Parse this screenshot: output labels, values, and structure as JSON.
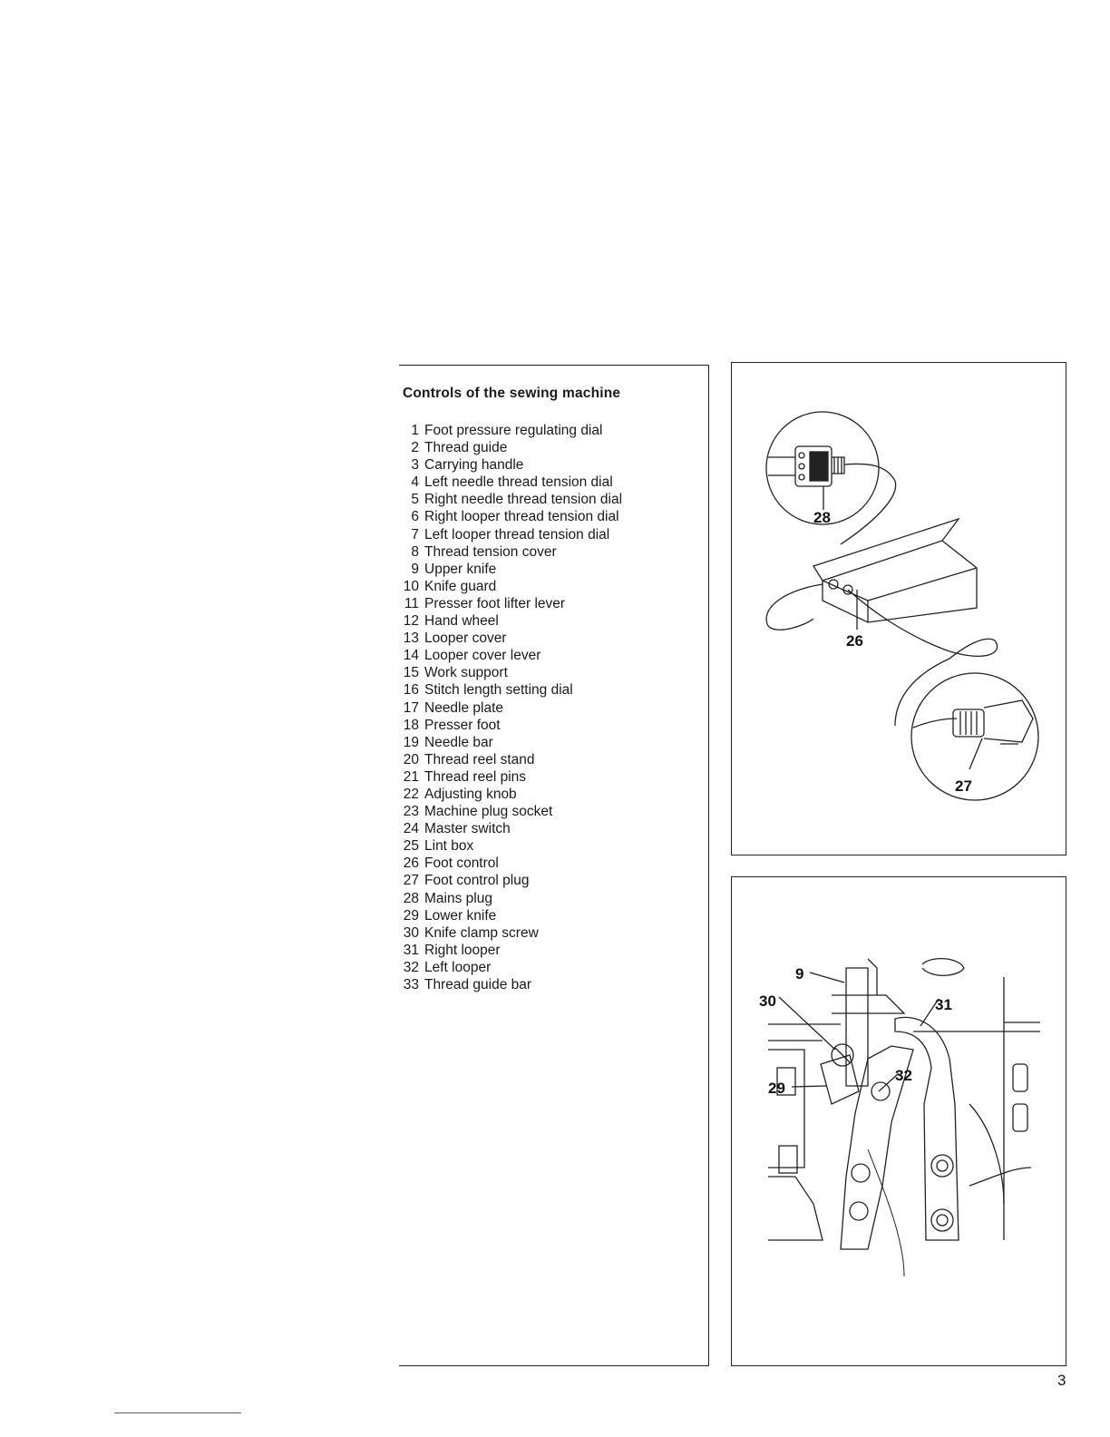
{
  "section": {
    "title": "Controls of the sewing machine"
  },
  "parts": [
    {
      "num": "1",
      "label": "Foot pressure regulating dial"
    },
    {
      "num": "2",
      "label": "Thread guide"
    },
    {
      "num": "3",
      "label": "Carrying handle"
    },
    {
      "num": "4",
      "label": "Left needle thread tension dial"
    },
    {
      "num": "5",
      "label": "Right needle thread tension dial"
    },
    {
      "num": "6",
      "label": "Right looper thread tension dial"
    },
    {
      "num": "7",
      "label": "Left looper thread tension dial"
    },
    {
      "num": "8",
      "label": "Thread tension cover"
    },
    {
      "num": "9",
      "label": "Upper knife"
    },
    {
      "num": "10",
      "label": "Knife guard"
    },
    {
      "num": "11",
      "label": "Presser foot lifter lever"
    },
    {
      "num": "12",
      "label": "Hand wheel"
    },
    {
      "num": "13",
      "label": "Looper cover"
    },
    {
      "num": "14",
      "label": "Looper cover lever"
    },
    {
      "num": "15",
      "label": "Work support"
    },
    {
      "num": "16",
      "label": "Stitch length setting dial"
    },
    {
      "num": "17",
      "label": "Needle plate"
    },
    {
      "num": "18",
      "label": "Presser foot"
    },
    {
      "num": "19",
      "label": "Needle bar"
    },
    {
      "num": "20",
      "label": "Thread reel stand"
    },
    {
      "num": "21",
      "label": "Thread reel pins"
    },
    {
      "num": "22",
      "label": "Adjusting knob"
    },
    {
      "num": "23",
      "label": "Machine plug socket"
    },
    {
      "num": "24",
      "label": "Master switch"
    },
    {
      "num": "25",
      "label": "Lint box"
    },
    {
      "num": "26",
      "label": "Foot control"
    },
    {
      "num": "27",
      "label": "Foot control plug"
    },
    {
      "num": "28",
      "label": "Mains plug"
    },
    {
      "num": "29",
      "label": "Lower knife"
    },
    {
      "num": "30",
      "label": "Knife clamp screw"
    },
    {
      "num": "31",
      "label": "Right looper"
    },
    {
      "num": "32",
      "label": "Left looper"
    },
    {
      "num": "33",
      "label": "Thread guide bar"
    }
  ],
  "figures": {
    "foot_control": {
      "callouts": {
        "mains_plug": "28",
        "foot_control": "26",
        "foot_control_plug": "27"
      }
    },
    "knife_area": {
      "callouts": {
        "upper_knife": "9",
        "knife_clamp_screw": "30",
        "right_looper": "31",
        "left_looper": "32",
        "lower_knife": "29"
      }
    }
  },
  "page": {
    "number": "3"
  }
}
